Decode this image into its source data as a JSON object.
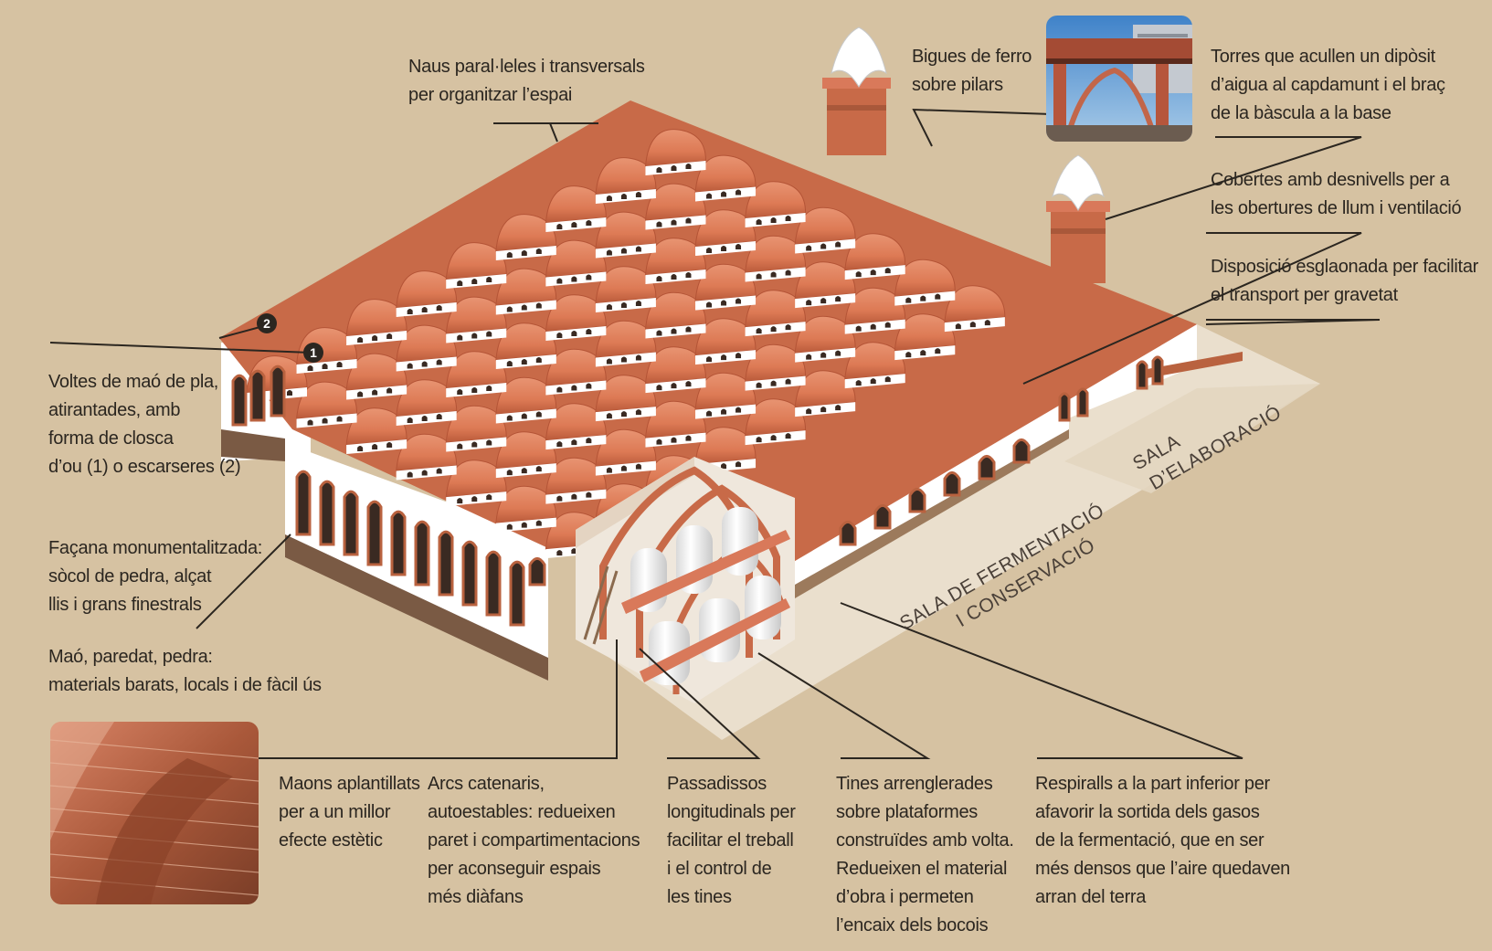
{
  "labels": {
    "naus": [
      "Naus paral·leles i transversals",
      "per organitzar l’espai"
    ],
    "bigues": [
      "Bigues de ferro",
      "sobre pilars"
    ],
    "torres": [
      "Torres que acullen un dipòsit",
      "d’aigua al capdamunt i el braç",
      "de la bàscula a la base"
    ],
    "cobertes": [
      "Cobertes amb desnivells per a",
      "les obertures de llum i ventilació"
    ],
    "disposicio": [
      "Disposició esglaonada per facilitar",
      "el transport per gravetat"
    ],
    "voltes": [
      "Voltes de maó de pla,",
      "atirantades, amb",
      "forma de closca",
      "d’ou (1) o escarseres (2)"
    ],
    "facana": [
      "Façana monumentalitzada:",
      "sòcol de pedra, alçat",
      "llis i grans finestrals"
    ],
    "mao": [
      "Maó, paredat, pedra:",
      "materials barats, locals i de fàcil ús"
    ],
    "maons": [
      "Maons aplantillats",
      "per a un millor",
      "efecte estètic"
    ],
    "arcs": [
      "Arcs catenaris,",
      "autoestables: redueixen",
      "paret i compartimentacions",
      "per aconseguir espais",
      "més diàfans"
    ],
    "passadissos": [
      "Passadissos",
      "longitudinals per",
      "facilitar el treball",
      "i el control de",
      "les tines"
    ],
    "tines": [
      "Tines arrenglerades",
      "sobre plataformes",
      "construïdes amb volta.",
      "Redueixen el material",
      "d’obra i permeten",
      "l’encaix dels bocois"
    ],
    "respiralls": [
      "Respiralls a la part inferior per",
      "afavorir la sortida dels gasos",
      "de la fermentació,  que en ser",
      "més densos que l’aire quedaven",
      "arran del terra"
    ]
  },
  "markers": [
    "1",
    "2"
  ],
  "floor_labels": {
    "fermentacio": [
      "SALA DE FERMENTACIÓ",
      "I CONSERVACIÓ"
    ],
    "elaboracio": [
      "SALA",
      "D’ELABORACIÓ"
    ]
  },
  "colors": {
    "background": "#d6c2a2",
    "roof": "#dd7a55",
    "roof_dark": "#b8573a",
    "wall": "#ffffff",
    "brick": "#b9623f",
    "stone": "#7a5a44",
    "leader": "#2b2620",
    "floor": "#ece2d2"
  }
}
